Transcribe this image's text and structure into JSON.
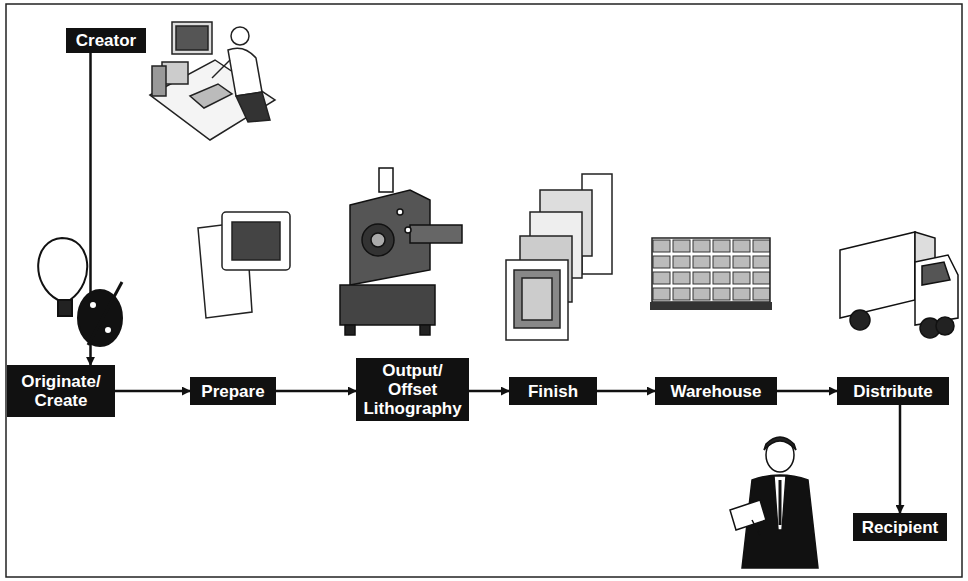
{
  "diagram": {
    "nodes": [
      {
        "text": [
          "Creator"
        ]
      },
      {
        "text": [
          "Originate/ Create"
        ]
      },
      {
        "text": [
          "Prepare"
        ]
      },
      {
        "text": [
          "Output/ Offset Lithography"
        ]
      },
      {
        "text": [
          "Finish"
        ]
      },
      {
        "text": [
          "Warehouse"
        ]
      },
      {
        "text": [
          "Distribute"
        ]
      },
      {
        "text": [
          "Recipient"
        ]
      }
    ],
    "edges": [
      {
        "from": 0,
        "to": 1,
        "arrow": "to"
      },
      {
        "from": 1,
        "to": 2,
        "arrow": "to"
      },
      {
        "from": 2,
        "to": 3,
        "arrow": "to"
      },
      {
        "from": 3,
        "to": 4,
        "arrow": "to"
      },
      {
        "from": 4,
        "to": 5,
        "arrow": "to"
      },
      {
        "from": 5,
        "to": 6,
        "arrow": "to"
      },
      {
        "from": 6,
        "to": 7,
        "arrow": "to"
      }
    ]
  }
}
